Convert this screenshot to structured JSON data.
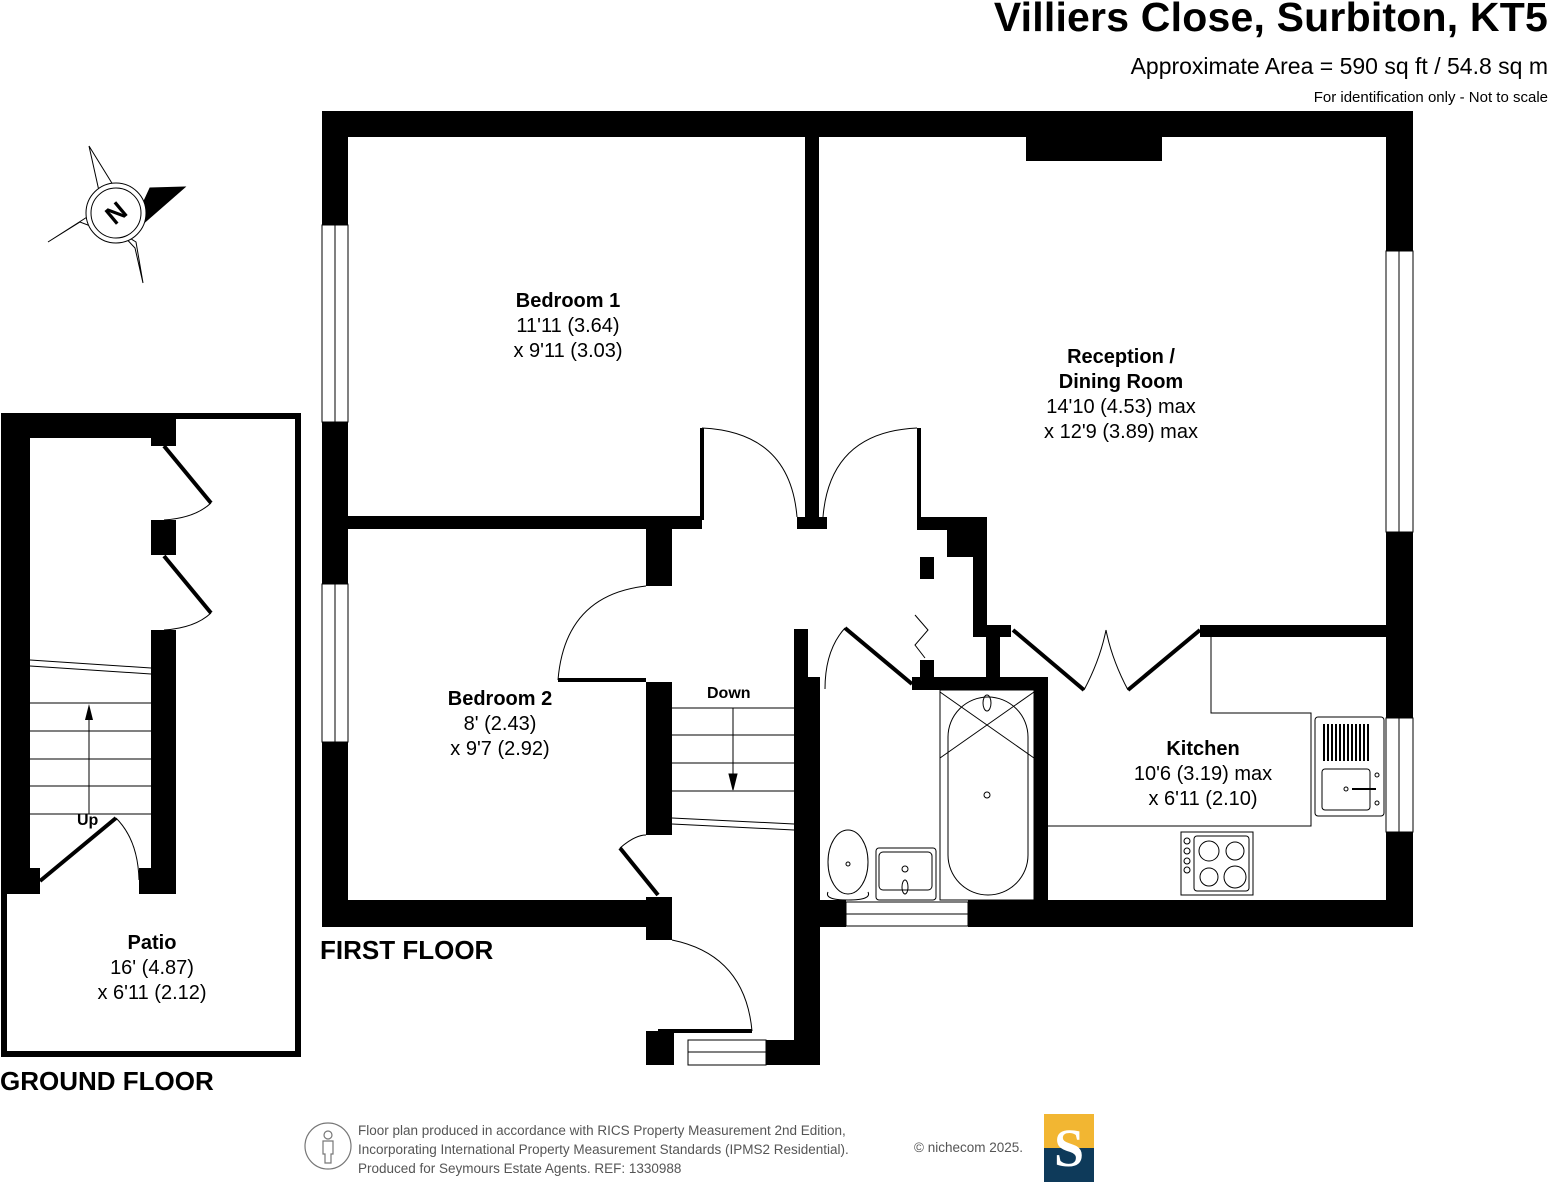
{
  "header": {
    "title": "Villiers Close, Surbiton, KT5",
    "area": "Approximate Area = 590 sq ft / 54.8 sq m",
    "disclaimer": "For identification only - Not to scale"
  },
  "compass": {
    "icon": "north-arrow-icon",
    "letter": "N"
  },
  "floors": {
    "ground": {
      "label": "GROUND FLOOR",
      "stairs_label": "Up",
      "rooms": [
        {
          "name": "Patio",
          "dim1": "16' (4.87)",
          "dim2": "x 6'11 (2.12)"
        }
      ]
    },
    "first": {
      "label": "FIRST FLOOR",
      "stairs_label": "Down",
      "rooms": [
        {
          "name": "Bedroom 1",
          "dim1": "11'11 (3.64)",
          "dim2": "x 9'11 (3.03)"
        },
        {
          "name": "Reception /",
          "name2": "Dining Room",
          "dim1": "14'10 (4.53) max",
          "dim2": "x 12'9 (3.89) max"
        },
        {
          "name": "Bedroom 2",
          "dim1": "8' (2.43)",
          "dim2": "x 9'7 (2.92)"
        },
        {
          "name": "Kitchen",
          "dim1": "10'6 (3.19) max",
          "dim2": "x 6'11 (2.10)"
        }
      ]
    }
  },
  "footer": {
    "lines": [
      "Floor plan produced in accordance with RICS Property Measurement 2nd Edition,",
      "Incorporating International Property Measurement Standards (IPMS2 Residential).",
      "Produced for Seymours Estate Agents.    REF: 1330988"
    ],
    "copyright": "© nichecom 2025.",
    "logo_letter": "S",
    "logo_colors": {
      "top": "#f2b632",
      "bottom": "#0e3a5a"
    }
  }
}
